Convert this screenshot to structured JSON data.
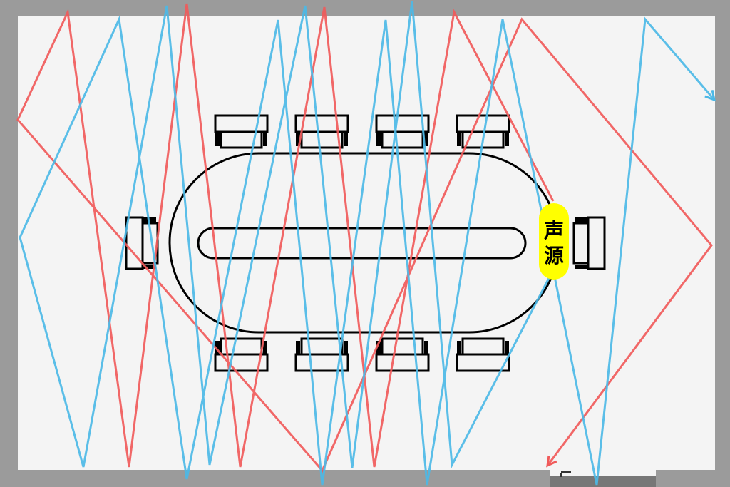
{
  "diagram": {
    "source_label_line1": "声",
    "source_label_line2": "源",
    "source_label": "声源"
  },
  "colors": {
    "wall": "#9b9b9b",
    "floor": "#f4f4f4",
    "door": "#777777",
    "ray_red": "#f05a5a",
    "ray_blue": "#4cb8e6",
    "source_highlight": "#ffff00",
    "furniture": "#000000"
  }
}
